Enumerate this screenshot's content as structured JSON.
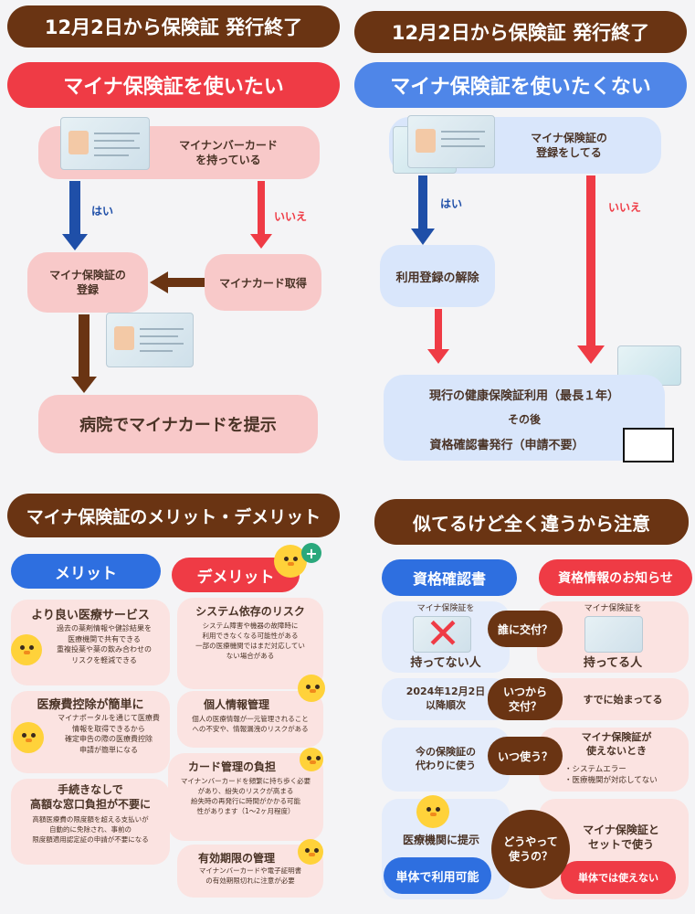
{
  "left_top": {
    "header": "12月2日から保険証 発行終了",
    "subheader": "マイナ保険証を使いたい",
    "q_card": "マイナンバーカード\nを持っている",
    "yes": "はい",
    "no": "いいえ",
    "register": "マイナ保険証の\n登録",
    "acquire": "マイナカード取得",
    "present": "病院でマイナカードを提示"
  },
  "right_top": {
    "header": "12月2日から保険証 発行終了",
    "subheader": "マイナ保険証を使いたくない",
    "q_card": "マイナ保険証の\n登録をしてる",
    "yes": "はい",
    "no": "いいえ",
    "cancel": "利用登録の解除",
    "result_line1": "現行の健康保険証利用（最長１年）",
    "result_line2": "その後",
    "result_line3": "資格確認書発行（申請不要）"
  },
  "left_bottom": {
    "header": "マイナ保険証のメリット・デメリット",
    "merit_label": "メリット",
    "demerit_label": "デメリット",
    "merits": [
      {
        "title": "より良い医療サービス",
        "body": "過去の薬剤情報や健診結果を\n医療機関で共有できる\n重複投薬や薬の飲み合わせの\nリスクを軽減できる"
      },
      {
        "title": "医療費控除が簡単に",
        "body": "マイナポータルを通じて医療費\n情報を取得できるから\n確定申告の際の医療費控除\n申請が簡単になる"
      },
      {
        "title": "手続きなしで\n高額な窓口負担が不要に",
        "body": "高額医療費の限度額を超える支払いが\n自動的に免除され、事前の\n限度額適用認定証の申請が不要になる"
      }
    ],
    "demerits": [
      {
        "title": "システム依存のリスク",
        "body": "システム障害や機器の故障時に\n利用できなくなる可能性がある\n一部の医療機関ではまだ対応してい\nない場合がある"
      },
      {
        "title": "個人情報管理",
        "body": "個人の医療情報が一元管理されること\nへの不安や、情報漏洩のリスクがある"
      },
      {
        "title": "カード管理の負担",
        "body": "マイナンバーカードを頻繁に持ち歩く必要\nがあり、紛失のリスクが高まる\n紛失時の再発行に時間がかかる可能\n性があります（1～2ヶ月程度）"
      },
      {
        "title": "有効期限の管理",
        "body": "マイナンバーカードや電子証明書\nの有効期限切れに注意が必要"
      }
    ]
  },
  "right_bottom": {
    "header": "似てるけど全く違うから注意",
    "col_left": "資格確認書",
    "col_right": "資格情報のお知らせ",
    "rows": [
      {
        "q": "誰に交付？",
        "left_top": "マイナ保険証を",
        "left": "持ってない人",
        "right_top": "マイナ保険証を",
        "right": "持ってる人"
      },
      {
        "q": "いつから\n交付？",
        "left": "2024年12月2日\n以降順次",
        "right": "すでに始まってる"
      },
      {
        "q": "いつ使う？",
        "left": "今の保険証の\n代わりに使う",
        "right": "マイナ保険証が\n使えないとき",
        "right_list": "・システムエラー\n・医療機関が対応してない"
      },
      {
        "q": "どうやって\n使うの？",
        "left": "医療機関に提示",
        "left_badge": "単体で利用可能",
        "right": "マイナ保険証と\nセットで使う",
        "right_badge": "単体では使えない"
      }
    ]
  },
  "colors": {
    "brown": "#6a3413",
    "red": "#ef3b45",
    "blue": "#4f86e8",
    "dark_blue": "#1f4fa8"
  }
}
